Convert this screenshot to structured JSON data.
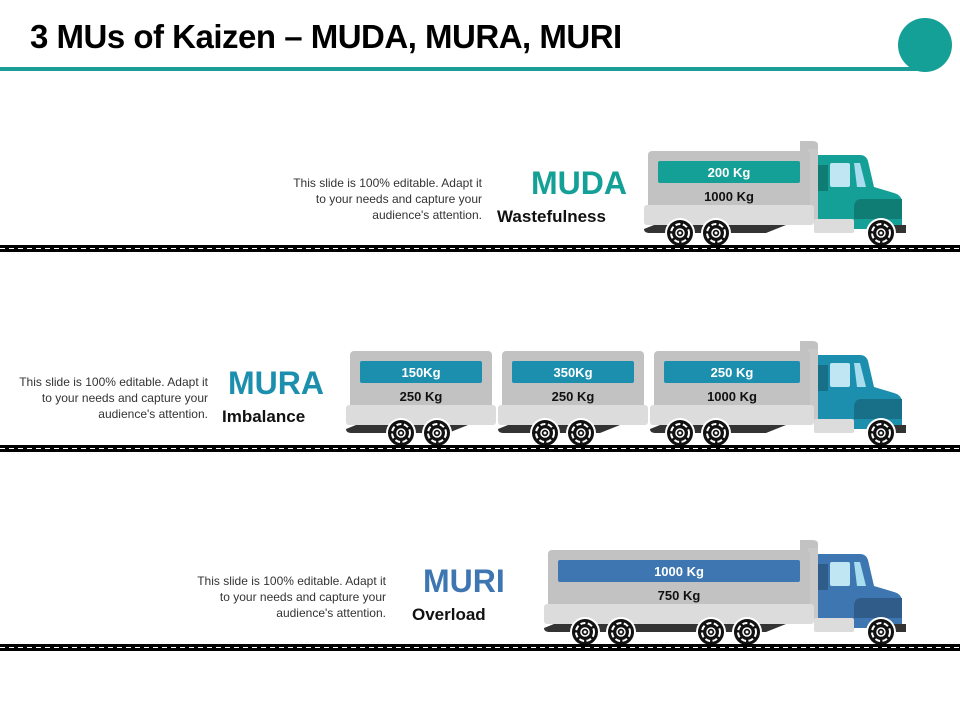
{
  "title": "3 MUs of Kaizen – MUDA, MURA, MURI",
  "colors": {
    "accent": "#14a096",
    "muda": "#14a096",
    "mura": "#1d8fae",
    "muri": "#3d76b0",
    "body_gray": "#c2c2c2",
    "chassis_gray": "#dcdcdc"
  },
  "sections": [
    {
      "key": "muda",
      "heading": "MUDA",
      "subtitle": "Wastefulness",
      "description": "This slide is 100% editable. Adapt it to your needs and capture your audience's attention.",
      "truck": {
        "icon": "dump-truck-icon",
        "trailers": [
          {
            "top_load": "200 Kg",
            "bottom_load": "1000 Kg"
          }
        ]
      }
    },
    {
      "key": "mura",
      "heading": "MURA",
      "subtitle": "Imbalance",
      "description": "This slide is 100% editable. Adapt it to your needs and capture your audience's attention.",
      "truck": {
        "icon": "dump-truck-icon",
        "trailers": [
          {
            "top_load": "150Kg",
            "bottom_load": "250 Kg"
          },
          {
            "top_load": "350Kg",
            "bottom_load": "250 Kg"
          },
          {
            "top_load": "250 Kg",
            "bottom_load": "1000 Kg"
          }
        ]
      }
    },
    {
      "key": "muri",
      "heading": "MURI",
      "subtitle": "Overload",
      "description": "This slide is 100% editable. Adapt it to your needs and capture your audience's attention.",
      "truck": {
        "icon": "dump-truck-icon",
        "trailers": [
          {
            "top_load": "1000 Kg",
            "bottom_load": "750 Kg"
          }
        ]
      }
    }
  ]
}
